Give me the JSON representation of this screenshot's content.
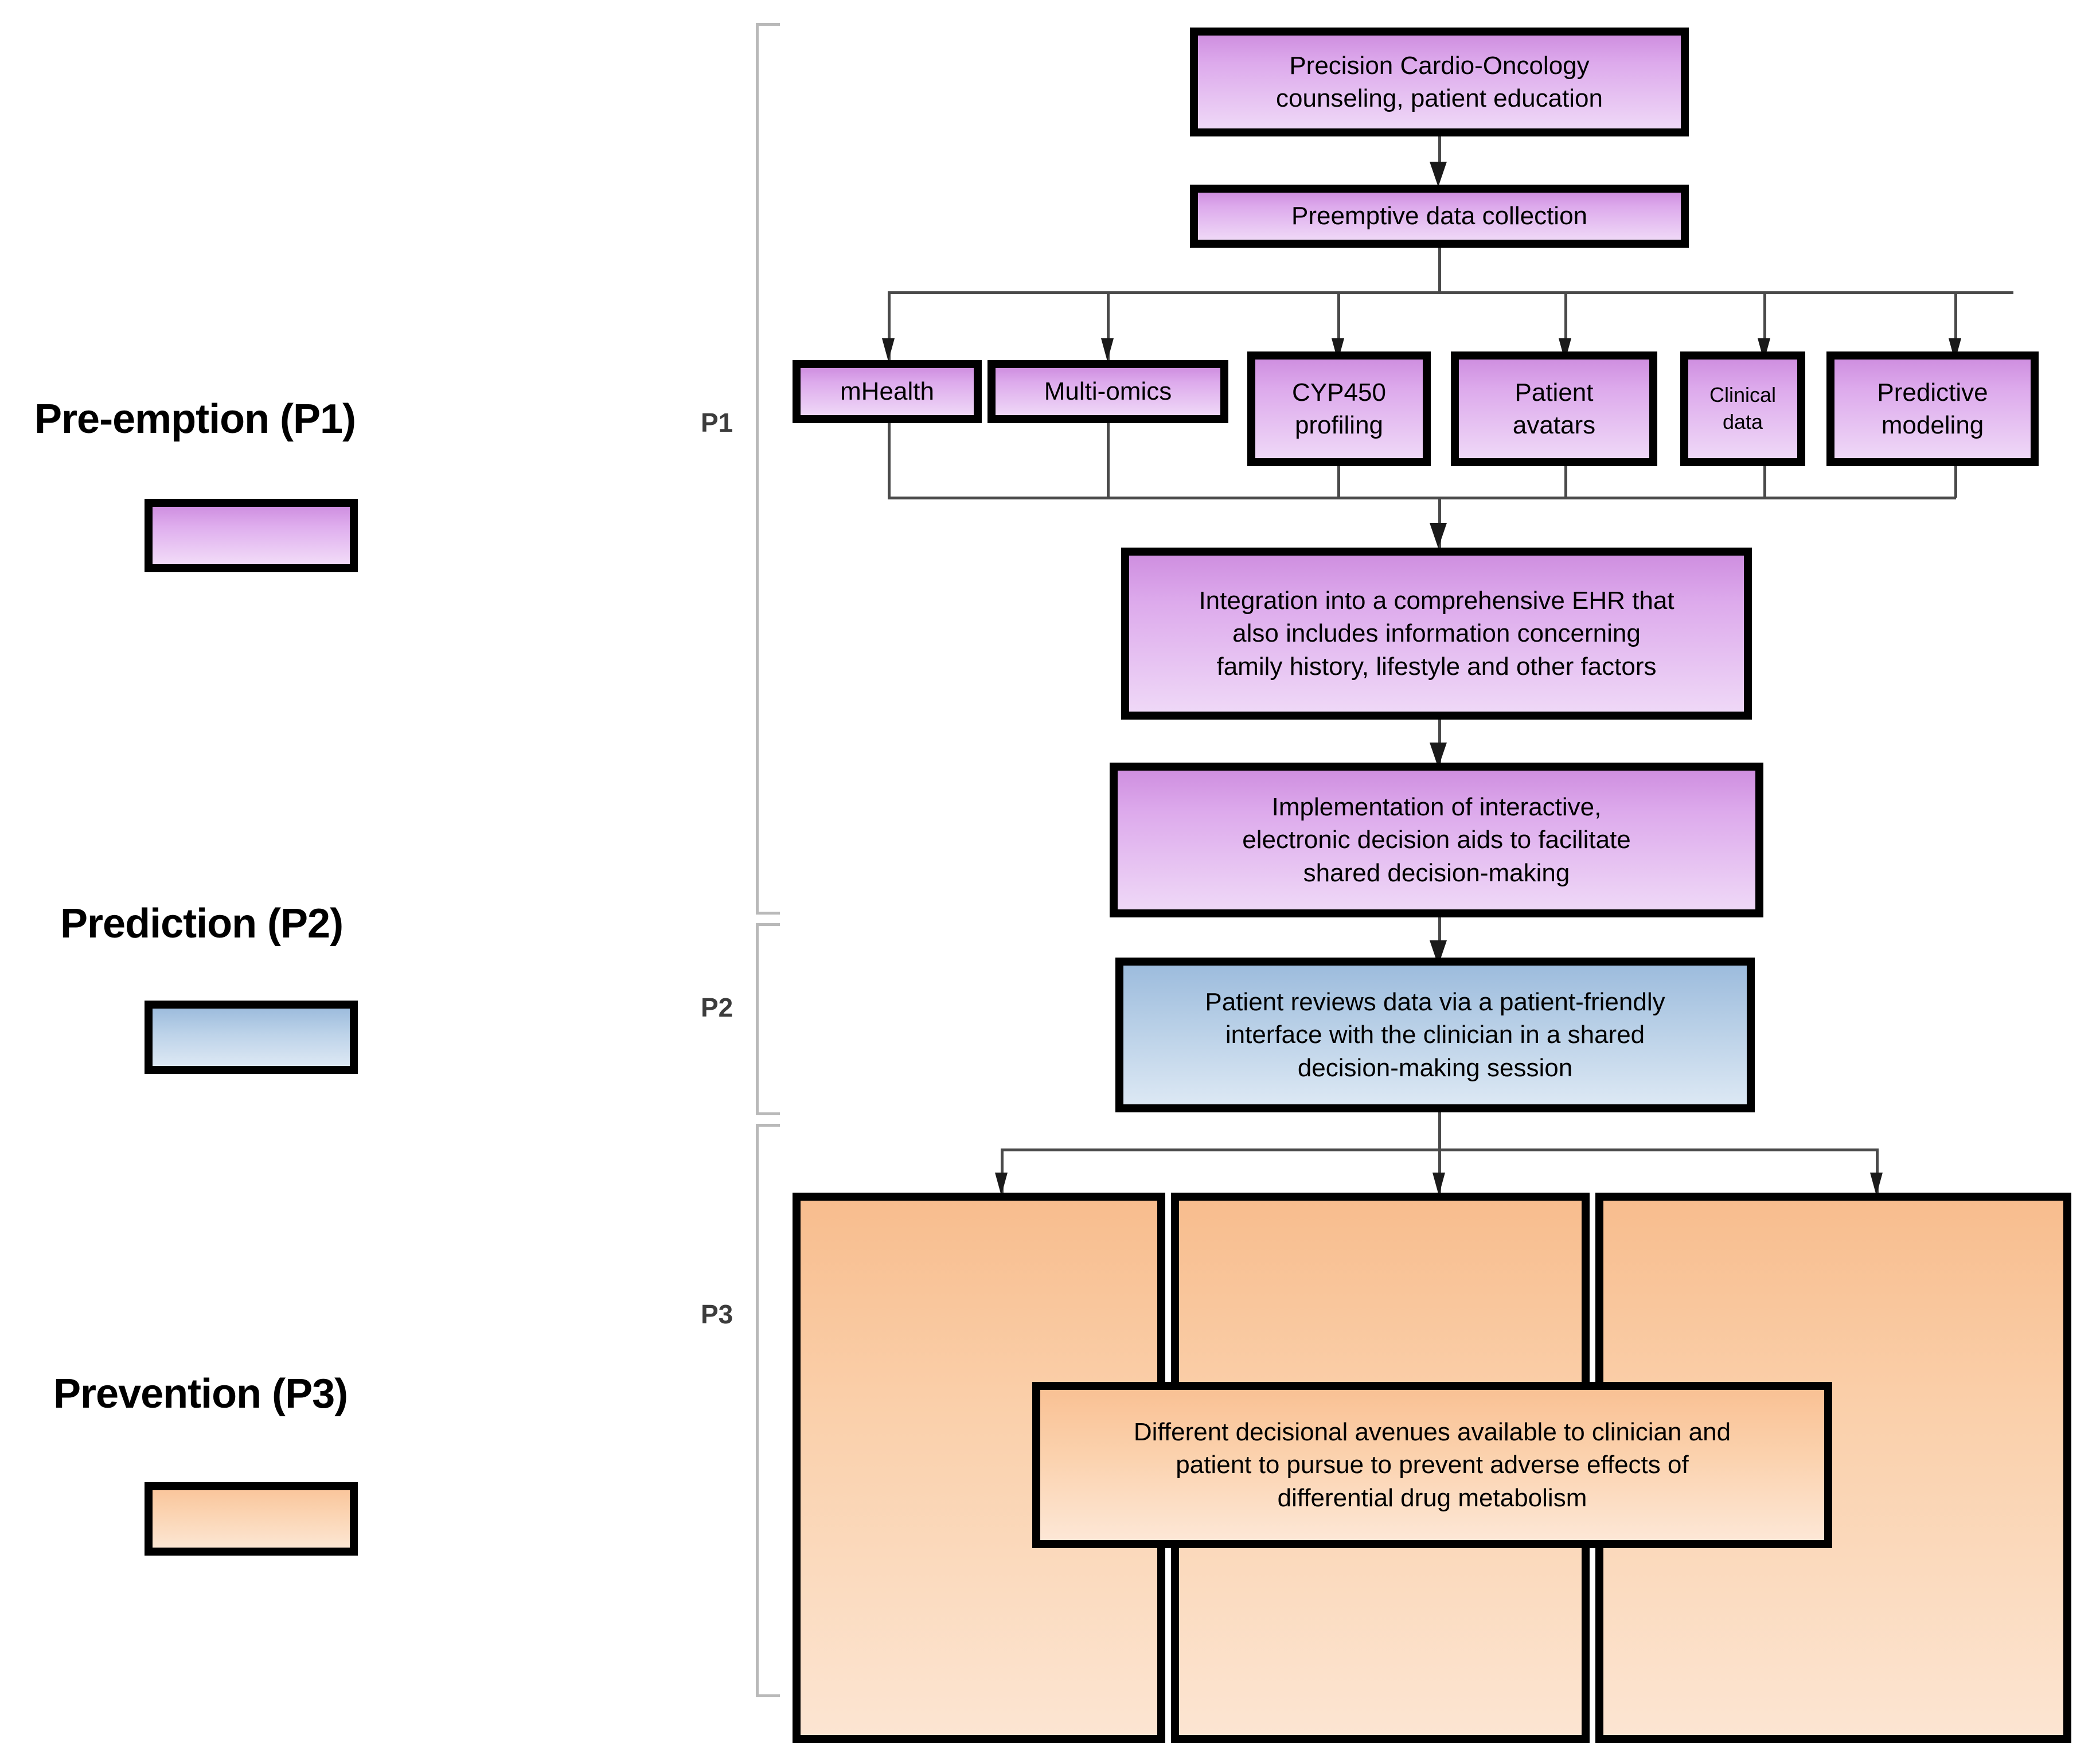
{
  "legend": {
    "items": [
      {
        "label": "Pre-emption (P1)",
        "color": "#d9a3ea",
        "swatch": "p1"
      },
      {
        "label": "Prediction (P2)",
        "color": "#aecbe4",
        "swatch": "p2"
      },
      {
        "label": "Prevention (P3)",
        "color": "#fbd0aa",
        "swatch": "p3"
      }
    ]
  },
  "brackets": [
    {
      "label": "P1"
    },
    {
      "label": "P2"
    },
    {
      "label": "P3"
    }
  ],
  "flow": {
    "counseling": "Precision Cardio-Oncology\ncounseling, patient education",
    "preemptive": "Preemptive data collection",
    "sources": [
      {
        "label": "mHealth"
      },
      {
        "label": "Multi-omics"
      },
      {
        "label": "CYP450\nprofiling"
      },
      {
        "label": "Patient\navatars"
      },
      {
        "label": "Clinical\ndata"
      },
      {
        "label": "Predictive\nmodeling"
      }
    ],
    "ehr": "Integration into a comprehensive EHR that\nalso includes information concerning\nfamily history, lifestyle and other factors",
    "decision_aids": "Implementation of interactive,\nelectronic decision aids to facilitate\nshared decision-making",
    "patient_review": "Patient reviews data via a patient-friendly\ninterface with the clinician in a shared\ndecision-making session",
    "avenues": "Different decisional avenues available to clinician and\npatient to pursue to prevent adverse effects of\ndifferential drug metabolism",
    "outcome_panels": [
      {
        "label": ""
      },
      {
        "label": ""
      },
      {
        "label": ""
      }
    ]
  },
  "colors": {
    "p1": "#d9a3ea",
    "p2": "#aecbe4",
    "p3": "#fbd0aa",
    "border": "#000000",
    "connector": "#4a4a4a",
    "bracket": "#b9b9b9"
  }
}
